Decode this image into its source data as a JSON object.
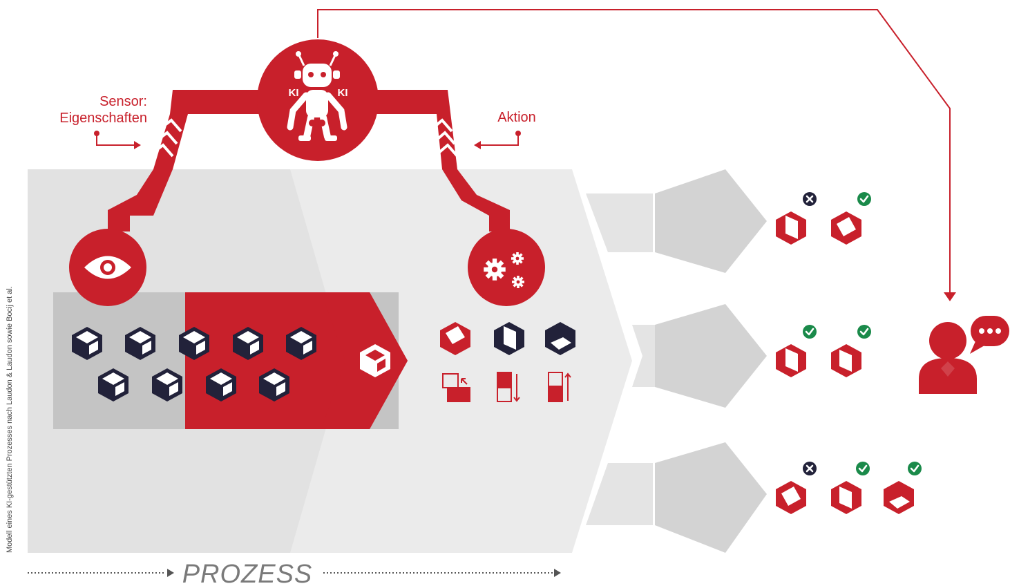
{
  "labels": {
    "sensor_line1": "Sensor:",
    "sensor_line2": "Eigenschaften",
    "aktion": "Aktion",
    "ki_left": "KI",
    "ki_right": "KI",
    "prozess": "PROZESS",
    "caption": "Modell eines KI-gestützten Prozesses nach Laudon & Laudon sowie Bocij et al."
  },
  "colors": {
    "red": "#c8202b",
    "navy": "#22223a",
    "grey_light": "#ebebeb",
    "grey_mid": "#d3d3d3",
    "grey_band": "#c4c4c4",
    "green": "#1a8a4a"
  },
  "icons": {
    "robot": "robot-icon",
    "eye": "eye-icon",
    "gears": "gears-icon",
    "user": "user-chat-icon",
    "cube": "cube-icon",
    "check": "check-icon",
    "reject": "x-icon"
  },
  "outputs": [
    {
      "items": [
        {
          "status": "reject"
        },
        {
          "status": "ok"
        }
      ]
    },
    {
      "items": [
        {
          "status": "ok"
        },
        {
          "status": "ok"
        }
      ]
    },
    {
      "items": [
        {
          "status": "reject"
        },
        {
          "status": "ok"
        },
        {
          "status": "ok"
        }
      ]
    }
  ]
}
